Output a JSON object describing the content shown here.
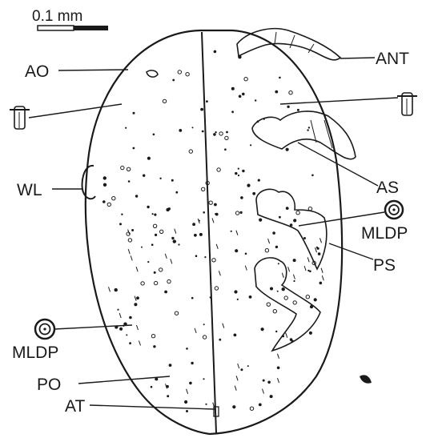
{
  "scale_bar": {
    "label": "0.1 mm"
  },
  "labels": {
    "ao": "AO",
    "ant": "ANT",
    "wl": "WL",
    "as": "AS",
    "mldp_right": "MLDP",
    "ps": "PS",
    "mldp_left": "MLDP",
    "po": "PO",
    "at": "AT"
  }
}
